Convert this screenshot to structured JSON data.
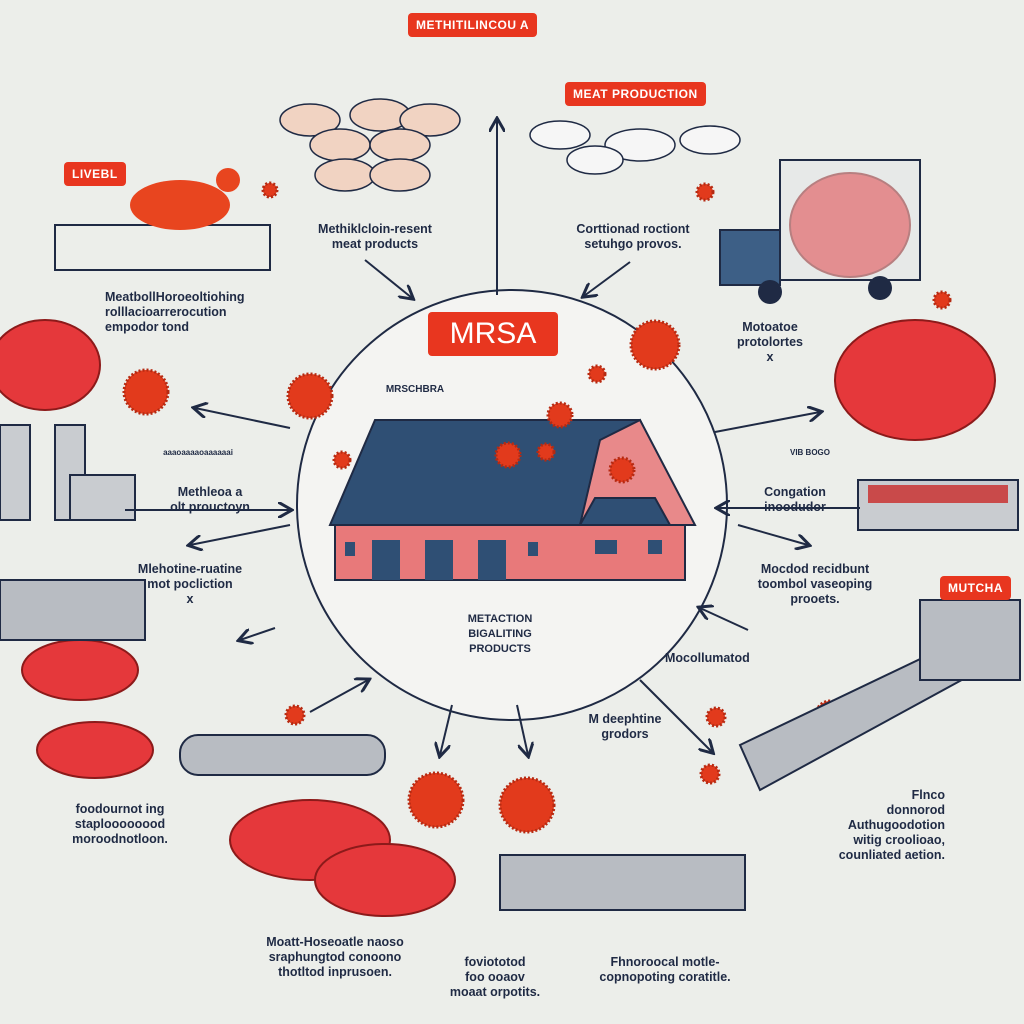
{
  "tags": {
    "top": "METHITILINCOU A",
    "meat_production": "MEAT PRODUCTION",
    "livestock": "LIVEBL",
    "mutcha": "MUTCHA",
    "center": "MRSA"
  },
  "labels": {
    "left_pigs": "Methiklcloin-resent\nmeat products",
    "right_cows": "Corttionad roctiont\nsetuhgo provos.",
    "left_upper": "MeatbollHoroeoltiohing\nrolllacioarrerocution\nempodor tond",
    "right_truck": "Motoatoe\nprotolortes\nx",
    "circle_small": "MRSCHBRA",
    "left_factory_top": "aaaoaaaaoaaaaaai",
    "left_factory": "Methleoa a\nolt prouctoyn",
    "right_tray_top": "VIB BOGO",
    "right_tray": "Congation\ninoodudor",
    "left_machine": "Mlehotine-ruatine\nmot pocliction\nx",
    "right_conveyor": "Mocdod recidbunt\ntoombol vaseoping\nprooets.",
    "circle_bottom": "METACTION\nBIGALITING\nPRODUCTS",
    "right_mocollumated": "Mocollumatod",
    "bottom_center_top": "M deephtine\ngrodors",
    "left_bottom": "foodournot ing\nstaploooooood\nmoroodnotloon.",
    "right_bottom": "Flnco\ndonnorod\nAuthugoodotion\nwitig croolioao,\ncounliated aetion.",
    "bottom_left": "Moatt-Hoseoatle naoso\nsraphungtod conoono\nthotltod   inprusoen.",
    "bottom_center": "foviototod\nfoo ooaov\nmoaat orpotits.",
    "bottom_right": "Fhnoroocal motle-\ncopnopoting coratitle."
  },
  "colors": {
    "accent": "#e8361f",
    "ink": "#1f2a44",
    "roof": "#2f4f74",
    "wall": "#e8797a",
    "meat": "#e5383b",
    "background": "#eceeea"
  }
}
